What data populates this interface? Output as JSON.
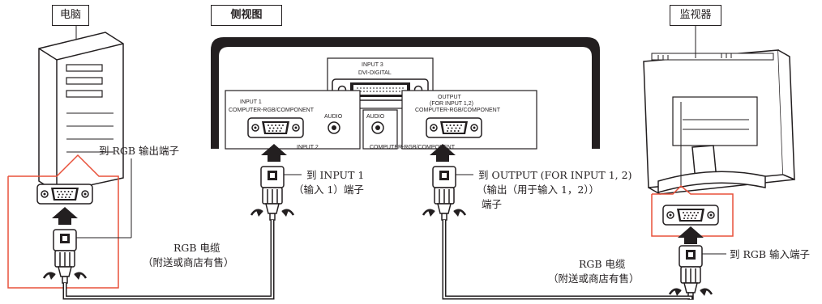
{
  "computer_label": "电脑",
  "side_view_label": "侧视图",
  "monitor_label": "监视器",
  "panel": {
    "input3": "INPUT 3",
    "input3_sub": "DVI-DIGITAL",
    "input1": "INPUT 1",
    "input1_sub": "COMPUTER-RGB/COMPONENT",
    "audio_left": "AUDIO",
    "audio_right": "AUDIO",
    "output": "OUTPUT",
    "output_sub1": "(FOR INPUT 1,2)",
    "output_sub2": "COMPUTER-RGB/COMPONENT",
    "input2_partial": "INPUT 2",
    "bottom_partial": "COMPUTER-RGB/COMPONENT"
  },
  "callouts": {
    "to_rgb_output": "到 RGB 输出端子",
    "to_input1_line1": "到 INPUT 1",
    "to_input1_line2": "（输入 1）端子",
    "to_output_line1": "到 OUTPUT (FOR INPUT 1, 2)",
    "to_output_line2": "（输出（用于输入 1，2））",
    "to_output_line3": "端子",
    "to_rgb_input": "到 RGB 输入端子"
  },
  "cables": [
    {
      "line1": "RGB 电缆",
      "line2": "（附送或商店有售）"
    },
    {
      "line1": "RGB 电缆",
      "line2": "（附送或商店有售）"
    }
  ],
  "colors": {
    "highlight": "#e8513a",
    "ink": "#231f20",
    "panel_dark": "#231f20"
  }
}
